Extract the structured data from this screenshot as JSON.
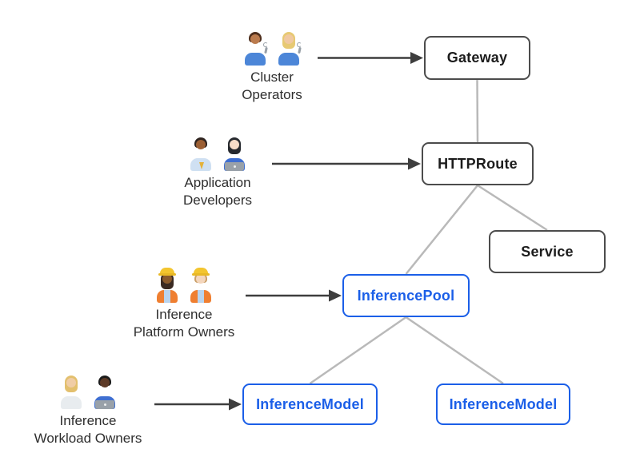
{
  "diagram": {
    "nodes": {
      "gateway": {
        "label": "Gateway",
        "type": "core"
      },
      "httproute": {
        "label": "HTTPRoute",
        "type": "core"
      },
      "service": {
        "label": "Service",
        "type": "core"
      },
      "inferencepool": {
        "label": "InferencePool",
        "type": "extension"
      },
      "inferencemodel_left": {
        "label": "InferenceModel",
        "type": "extension"
      },
      "inferencemodel_right": {
        "label": "InferenceModel",
        "type": "extension"
      }
    },
    "edges": [
      {
        "from": "gateway",
        "to": "httproute"
      },
      {
        "from": "httproute",
        "to": "inferencepool"
      },
      {
        "from": "httproute",
        "to": "service"
      },
      {
        "from": "inferencepool",
        "to": "inferencemodel_left"
      },
      {
        "from": "inferencepool",
        "to": "inferencemodel_right"
      }
    ],
    "personas": [
      {
        "id": "cluster-operators",
        "lines": [
          "Cluster",
          "Operators"
        ],
        "emojis": [
          {
            "name": "man-mechanic-emoji",
            "char": "👨🏽‍🔧"
          },
          {
            "name": "woman-mechanic-emoji",
            "char": "👩🏼‍🔧"
          }
        ],
        "points_to": "gateway"
      },
      {
        "id": "application-developers",
        "lines": [
          "Application",
          "Developers"
        ],
        "emojis": [
          {
            "name": "man-office-worker-emoji",
            "char": "👨🏾‍💼"
          },
          {
            "name": "woman-technologist-emoji",
            "char": "👩🏻‍💻"
          }
        ],
        "points_to": "httproute"
      },
      {
        "id": "inference-platform-owners",
        "lines": [
          "Inference",
          "Platform Owners"
        ],
        "emojis": [
          {
            "name": "woman-construction-worker-emoji",
            "char": "👷🏾‍♀️"
          },
          {
            "name": "man-construction-worker-emoji",
            "char": "👷🏻"
          }
        ],
        "points_to": "inferencepool"
      },
      {
        "id": "inference-workload-owners",
        "lines": [
          "Inference",
          "Workload Owners"
        ],
        "emojis": [
          {
            "name": "health-worker-emoji",
            "char": "🧑🏼‍⚕️"
          },
          {
            "name": "man-technologist-dark-emoji",
            "char": "👨🏿‍💻"
          }
        ],
        "points_to": "inferencemodel_left"
      }
    ],
    "colors": {
      "core_border": "#4c4c4c",
      "core_text": "#1c1c1c",
      "extension_border": "#1b5fe8",
      "extension_text": "#1b5fe8",
      "connector": "#b9b9b9",
      "arrow": "#3e3e3e",
      "background": "#ffffff"
    }
  }
}
